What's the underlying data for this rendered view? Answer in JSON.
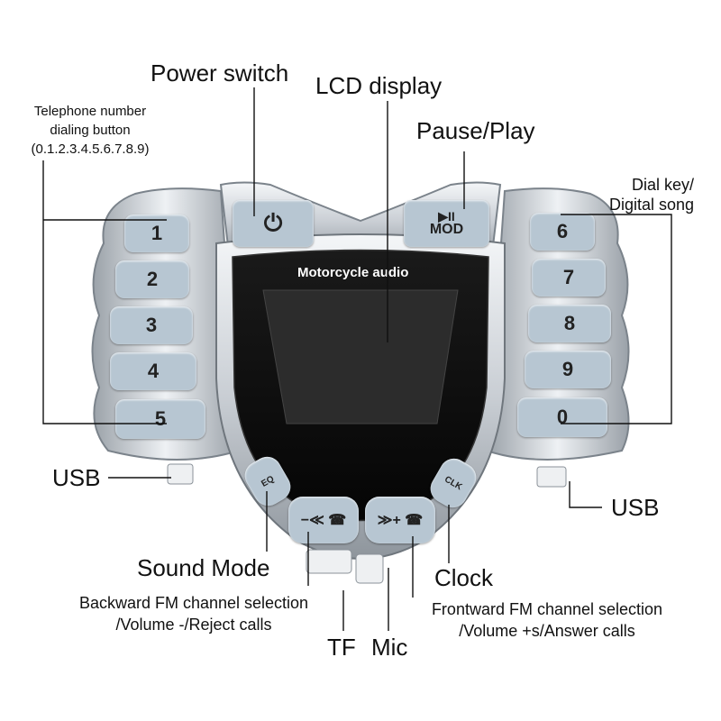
{
  "labels": {
    "power_switch": "Power switch",
    "lcd_display": "LCD display",
    "pause_play": "Pause/Play",
    "telephone_line1": "Telephone number",
    "telephone_line2": "dialing button",
    "telephone_line3": "(0.1.2.3.4.5.6.7.8.9)",
    "dial_line1": "Dial key/",
    "dial_line2": "Digital song",
    "usb_left": "USB",
    "usb_right": "USB",
    "sound_mode": "Sound Mode",
    "clock": "Clock",
    "backward_line1": "Backward FM channel selection",
    "backward_line2": "/Volume -/Reject calls",
    "frontward_line1": "Frontward FM channel selection",
    "frontward_line2": "/Volume +s/Answer calls",
    "tf": "TF",
    "mic": "Mic"
  },
  "device": {
    "screen_title": "Motorcycle audio",
    "mod_label": "MOD",
    "pause_play_glyph": "▶II",
    "eq_label": "EQ",
    "clk_label": "CLK",
    "power_glyph": "⏻"
  },
  "keys": {
    "left": [
      "1",
      "2",
      "3",
      "4",
      "5"
    ],
    "right": [
      "6",
      "7",
      "8",
      "9",
      "0"
    ]
  },
  "colors": {
    "key_fill": "#b7c6d2",
    "chrome": "#c8cdd3",
    "screen": "#111111",
    "lcd": "#2e2e2e"
  }
}
